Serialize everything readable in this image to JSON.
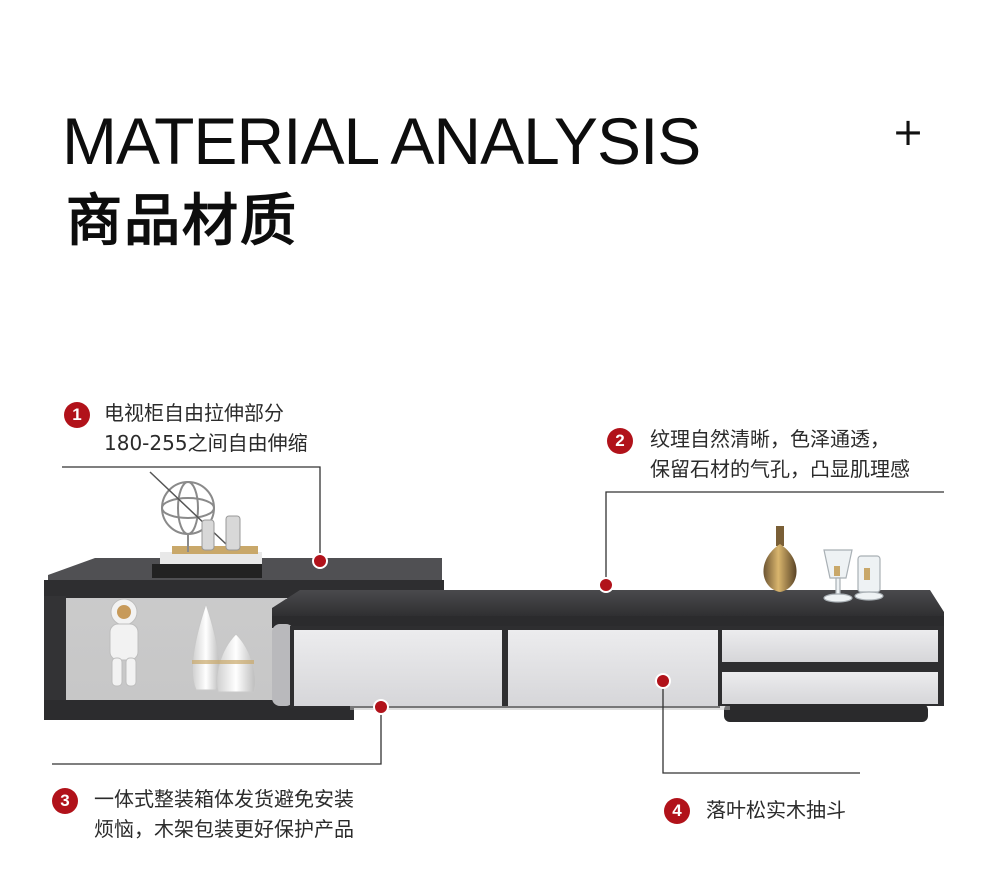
{
  "header": {
    "title_en": "MATERIAL ANALYSIS",
    "title_zh": "商品材质",
    "plus_symbol": "+"
  },
  "callouts": [
    {
      "number": "1",
      "lines": [
        "电视柜自由拉伸部分",
        "180-255之间自由伸缩"
      ]
    },
    {
      "number": "2",
      "lines": [
        "纹理自然清晰，色泽通透，",
        "保留石材的气孔，凸显肌理感"
      ]
    },
    {
      "number": "3",
      "lines": [
        "一体式整装箱体发货避免安装",
        "烦恼，木架包装更好保护产品"
      ]
    },
    {
      "number": "4",
      "lines": [
        "落叶松实木抽斗"
      ]
    }
  ],
  "colors": {
    "accent": "#b1121a",
    "cabinet_dark": "#3a3a3c",
    "drawer_light": "#e2e2e4"
  }
}
